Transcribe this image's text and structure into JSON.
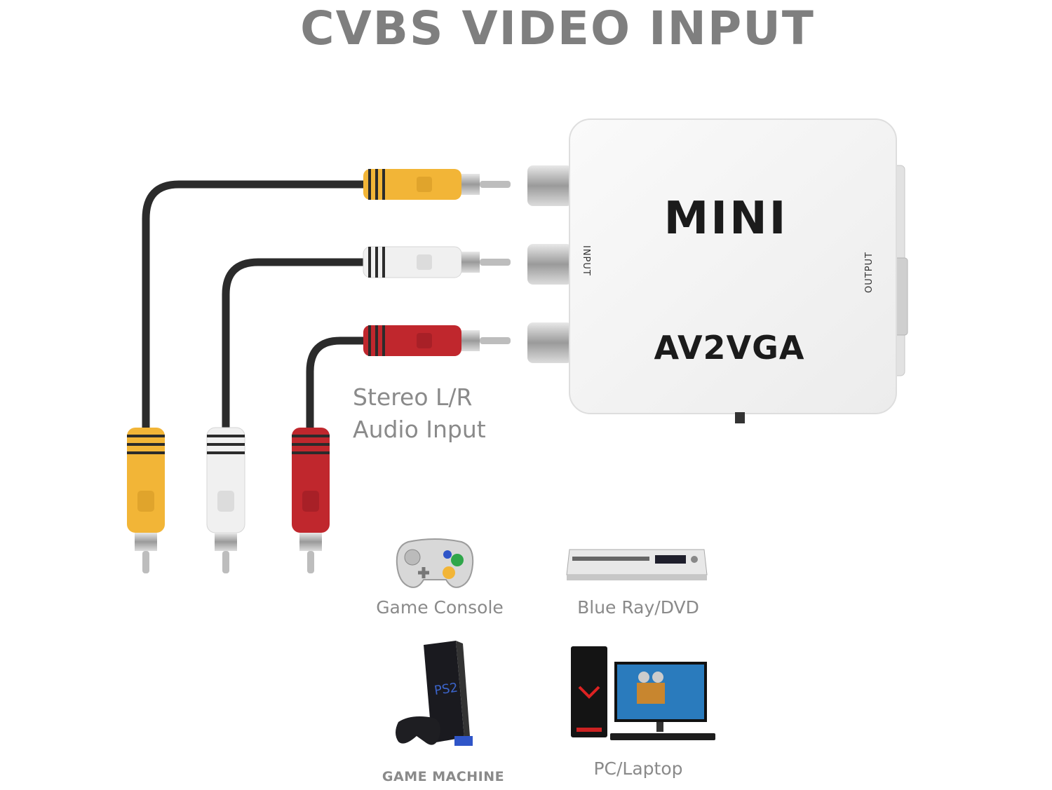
{
  "title": "CVBS VIDEO INPUT",
  "device": {
    "brand": "MINI",
    "model": "AV2VGA",
    "input_label": "INPUT",
    "output_label": "OUTPUT"
  },
  "audio_label": {
    "line1": "Stereo L/R",
    "line2": "Audio Input"
  },
  "sources": [
    {
      "label": "Game Console",
      "icon": "gamepad-icon"
    },
    {
      "label": "Blue Ray/DVD",
      "icon": "dvd-player-icon"
    },
    {
      "label": "GAME MACHINE",
      "icon": "game-machine-icon"
    },
    {
      "label": "PC/Laptop",
      "icon": "pc-laptop-icon"
    }
  ],
  "colors": {
    "yellow": "#f2b537",
    "white": "#f0f0f0",
    "red": "#c0272d",
    "cable": "#2b2b2b",
    "title": "#7f7f7f"
  }
}
